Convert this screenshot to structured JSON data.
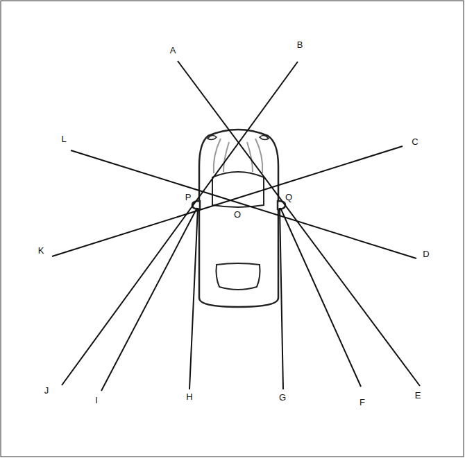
{
  "diagram": {
    "labels": [
      "A",
      "B",
      "C",
      "D",
      "E",
      "F",
      "G",
      "H",
      "I",
      "J",
      "K",
      "L",
      "P",
      "Q",
      "O"
    ]
  }
}
